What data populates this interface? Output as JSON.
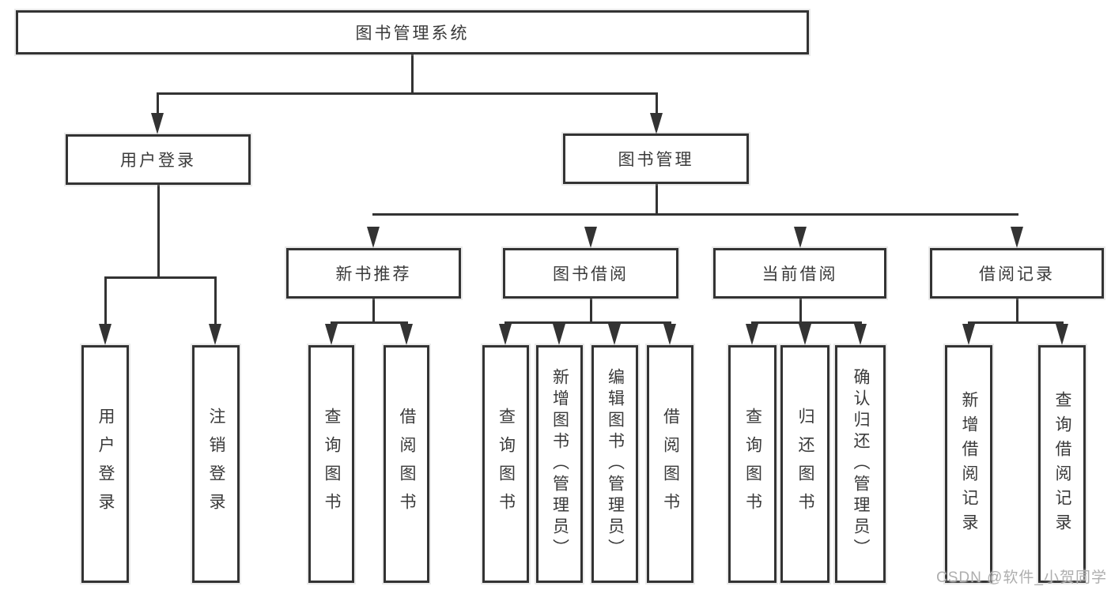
{
  "root": {
    "label": "图书管理系统"
  },
  "user_login": {
    "label": "用户登录",
    "children": {
      "login": "用户登录",
      "logout": "注销登录"
    }
  },
  "book_mgmt": {
    "label": "图书管理",
    "children": {
      "new_books": {
        "label": "新书推荐",
        "children": {
          "query": "查询图书",
          "borrow": "借阅图书"
        }
      },
      "book_borrow": {
        "label": "图书借阅",
        "children": {
          "query": "查询图书",
          "add": "新增图书（管理员）",
          "edit": "编辑图书（管理员）",
          "borrow": "借阅图书"
        }
      },
      "current_borrow": {
        "label": "当前借阅",
        "children": {
          "query": "查询图书",
          "return": "归还图书",
          "confirm": "确认归还（管理员）"
        }
      },
      "records": {
        "label": "借阅记录",
        "children": {
          "add": "新增借阅记录",
          "query": "查询借阅记录"
        }
      }
    }
  },
  "watermark": "CSDN @软件_小贺同学",
  "colors": {
    "line": "#333333",
    "text": "#3a3a3a",
    "watermark": "#aeaeae",
    "background": "#ffffff"
  }
}
